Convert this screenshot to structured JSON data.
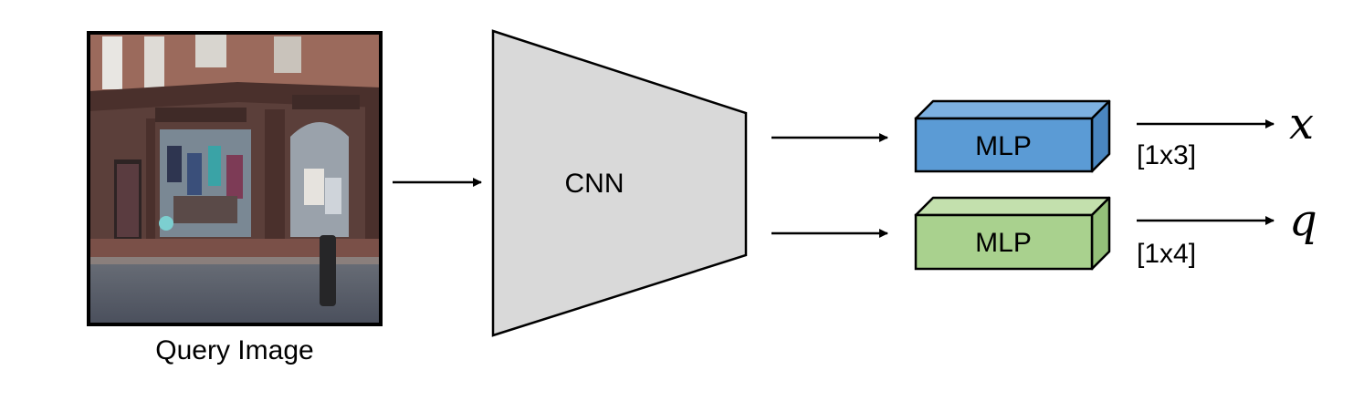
{
  "diagram": {
    "query_label": "Query Image",
    "cnn_label": "CNN",
    "mlp_top_label": "MLP",
    "mlp_bottom_label": "MLP",
    "out_top_dim": "[1x3]",
    "out_bottom_dim": "[1x4]",
    "out_top_symbol": "x",
    "out_bottom_symbol": "q"
  },
  "colors": {
    "cnn_fill": "#d9d9d9",
    "mlp_top_front": "#5b9bd5",
    "mlp_top_side": "#4a86c0",
    "mlp_top_top": "#7db0e0",
    "mlp_bottom_front": "#a9d18e",
    "mlp_bottom_side": "#94c079",
    "mlp_bottom_top": "#c3e0ad"
  }
}
